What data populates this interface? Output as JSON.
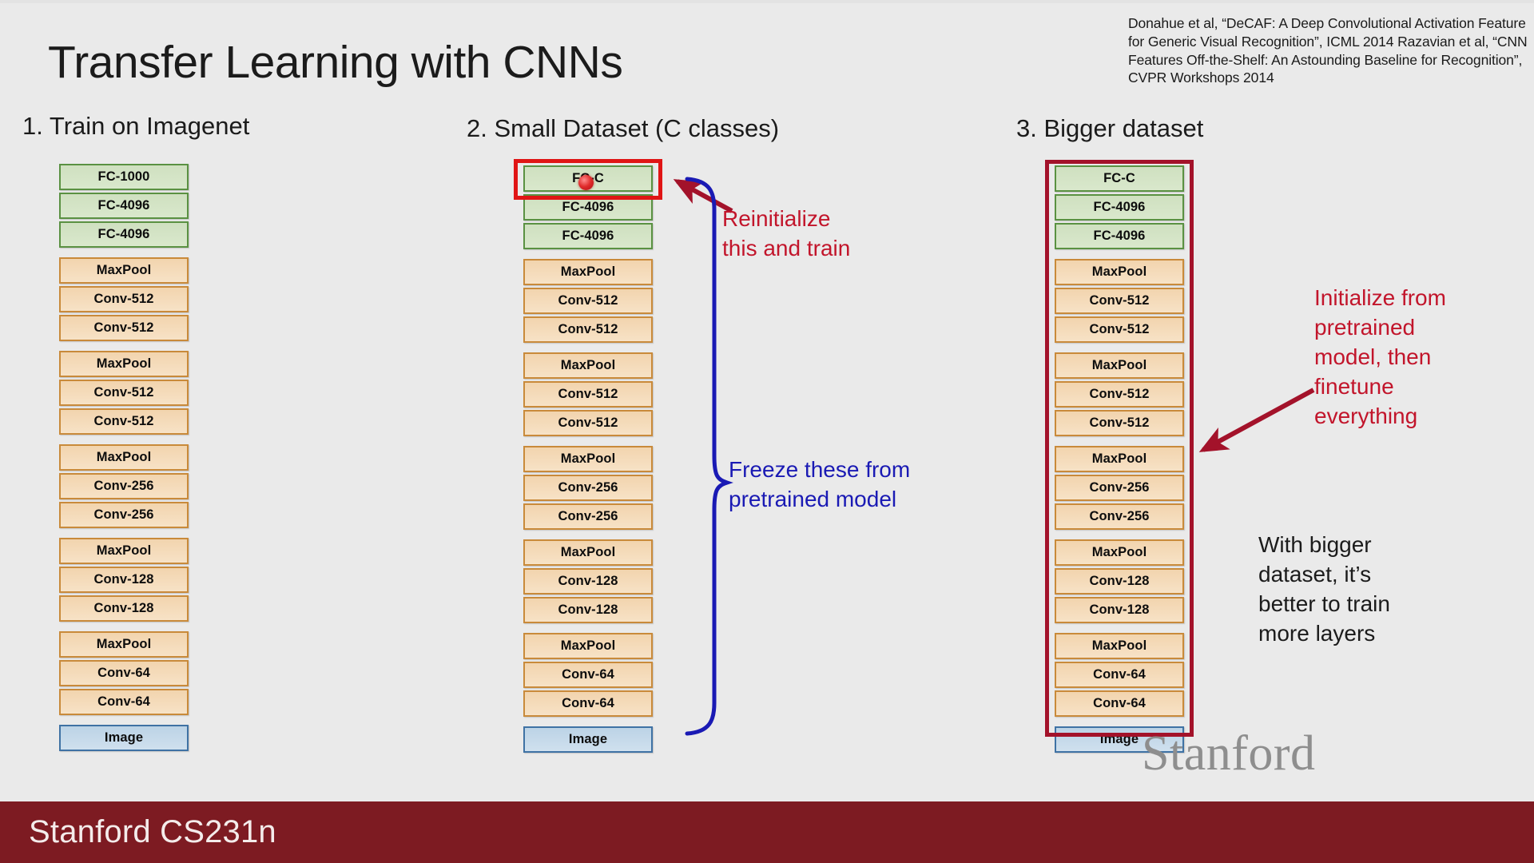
{
  "slide": {
    "title": "Transfer Learning with CNNs",
    "citation": "Donahue et al, “DeCAF: A Deep Convolutional Activation Feature for Generic Visual Recognition”, ICML 2014\nRazavian et al, “CNN Features Off-the-Shelf: An Astounding Baseline for Recognition”, CVPR Workshops 2014",
    "watermark": "Stanford"
  },
  "footer": {
    "label": "Stanford CS231n",
    "bar_color": "#7d1b22"
  },
  "colors": {
    "fc_fill": "#d6e5c9",
    "fc_border": "#5a9142",
    "conv_fill": "#f5dcba",
    "conv_border": "#c98a3a",
    "image_fill": "#c6daea",
    "image_border": "#3f72a4",
    "highlight_red": "#e01515",
    "finetune_red": "#a3122a",
    "annotation_red": "#c2152b",
    "annotation_blue": "#1a1ab4",
    "background": "#eaeaea"
  },
  "columns": [
    {
      "id": "train-on-imagenet",
      "header": "1. Train on Imagenet",
      "layers": [
        {
          "label": "FC-1000",
          "kind": "fc",
          "group_start": false
        },
        {
          "label": "FC-4096",
          "kind": "fc",
          "group_start": false
        },
        {
          "label": "FC-4096",
          "kind": "fc",
          "group_start": false
        },
        {
          "label": "MaxPool",
          "kind": "conv",
          "group_start": true
        },
        {
          "label": "Conv-512",
          "kind": "conv",
          "group_start": false
        },
        {
          "label": "Conv-512",
          "kind": "conv",
          "group_start": false
        },
        {
          "label": "MaxPool",
          "kind": "conv",
          "group_start": true
        },
        {
          "label": "Conv-512",
          "kind": "conv",
          "group_start": false
        },
        {
          "label": "Conv-512",
          "kind": "conv",
          "group_start": false
        },
        {
          "label": "MaxPool",
          "kind": "conv",
          "group_start": true
        },
        {
          "label": "Conv-256",
          "kind": "conv",
          "group_start": false
        },
        {
          "label": "Conv-256",
          "kind": "conv",
          "group_start": false
        },
        {
          "label": "MaxPool",
          "kind": "conv",
          "group_start": true
        },
        {
          "label": "Conv-128",
          "kind": "conv",
          "group_start": false
        },
        {
          "label": "Conv-128",
          "kind": "conv",
          "group_start": false
        },
        {
          "label": "MaxPool",
          "kind": "conv",
          "group_start": true
        },
        {
          "label": "Conv-64",
          "kind": "conv",
          "group_start": false
        },
        {
          "label": "Conv-64",
          "kind": "conv",
          "group_start": false
        },
        {
          "label": "Image",
          "kind": "image",
          "group_start": true
        }
      ]
    },
    {
      "id": "small-dataset",
      "header": "2. Small Dataset (C classes)",
      "layers": [
        {
          "label": "FC-C",
          "kind": "fc",
          "group_start": false
        },
        {
          "label": "FC-4096",
          "kind": "fc",
          "group_start": false
        },
        {
          "label": "FC-4096",
          "kind": "fc",
          "group_start": false
        },
        {
          "label": "MaxPool",
          "kind": "conv",
          "group_start": true
        },
        {
          "label": "Conv-512",
          "kind": "conv",
          "group_start": false
        },
        {
          "label": "Conv-512",
          "kind": "conv",
          "group_start": false
        },
        {
          "label": "MaxPool",
          "kind": "conv",
          "group_start": true
        },
        {
          "label": "Conv-512",
          "kind": "conv",
          "group_start": false
        },
        {
          "label": "Conv-512",
          "kind": "conv",
          "group_start": false
        },
        {
          "label": "MaxPool",
          "kind": "conv",
          "group_start": true
        },
        {
          "label": "Conv-256",
          "kind": "conv",
          "group_start": false
        },
        {
          "label": "Conv-256",
          "kind": "conv",
          "group_start": false
        },
        {
          "label": "MaxPool",
          "kind": "conv",
          "group_start": true
        },
        {
          "label": "Conv-128",
          "kind": "conv",
          "group_start": false
        },
        {
          "label": "Conv-128",
          "kind": "conv",
          "group_start": false
        },
        {
          "label": "MaxPool",
          "kind": "conv",
          "group_start": true
        },
        {
          "label": "Conv-64",
          "kind": "conv",
          "group_start": false
        },
        {
          "label": "Conv-64",
          "kind": "conv",
          "group_start": false
        },
        {
          "label": "Image",
          "kind": "image",
          "group_start": true
        }
      ]
    },
    {
      "id": "bigger-dataset",
      "header": "3. Bigger dataset",
      "layers": [
        {
          "label": "FC-C",
          "kind": "fc",
          "group_start": false
        },
        {
          "label": "FC-4096",
          "kind": "fc",
          "group_start": false
        },
        {
          "label": "FC-4096",
          "kind": "fc",
          "group_start": false
        },
        {
          "label": "MaxPool",
          "kind": "conv",
          "group_start": true
        },
        {
          "label": "Conv-512",
          "kind": "conv",
          "group_start": false
        },
        {
          "label": "Conv-512",
          "kind": "conv",
          "group_start": false
        },
        {
          "label": "MaxPool",
          "kind": "conv",
          "group_start": true
        },
        {
          "label": "Conv-512",
          "kind": "conv",
          "group_start": false
        },
        {
          "label": "Conv-512",
          "kind": "conv",
          "group_start": false
        },
        {
          "label": "MaxPool",
          "kind": "conv",
          "group_start": true
        },
        {
          "label": "Conv-256",
          "kind": "conv",
          "group_start": false
        },
        {
          "label": "Conv-256",
          "kind": "conv",
          "group_start": false
        },
        {
          "label": "MaxPool",
          "kind": "conv",
          "group_start": true
        },
        {
          "label": "Conv-128",
          "kind": "conv",
          "group_start": false
        },
        {
          "label": "Conv-128",
          "kind": "conv",
          "group_start": false
        },
        {
          "label": "MaxPool",
          "kind": "conv",
          "group_start": true
        },
        {
          "label": "Conv-64",
          "kind": "conv",
          "group_start": false
        },
        {
          "label": "Conv-64",
          "kind": "conv",
          "group_start": false
        },
        {
          "label": "Image",
          "kind": "image",
          "group_start": true
        }
      ]
    }
  ],
  "annotations": {
    "reinitialize": "Reinitialize\nthis and train",
    "freeze": "Freeze these from\npretrained model",
    "finetune": "Initialize from\npretrained\nmodel, then\nfinetune\neverything",
    "bigger_note": "With bigger\ndataset, it’s\nbetter to train\nmore layers"
  }
}
